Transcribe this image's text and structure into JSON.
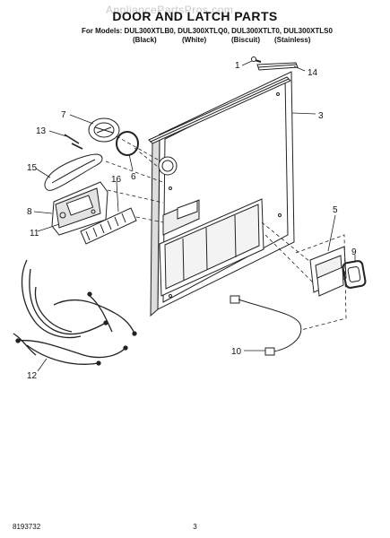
{
  "watermark": "AppliancePartsPros.com",
  "title": "DOOR AND LATCH PARTS",
  "models": "For Models: DUL300XTLB0, DUL300XTLQ0, DUL300XTLT0, DUL300XTLS0",
  "finishes": [
    "(Black)",
    "(White)",
    "(Biscuit)",
    "(Stainless)"
  ],
  "callouts": [
    "1",
    "14",
    "3",
    "7",
    "13",
    "6",
    "15",
    "16",
    "8",
    "11",
    "5",
    "9",
    "10",
    "12"
  ],
  "footer": {
    "doc_number": "8193732",
    "page_number": "3"
  }
}
